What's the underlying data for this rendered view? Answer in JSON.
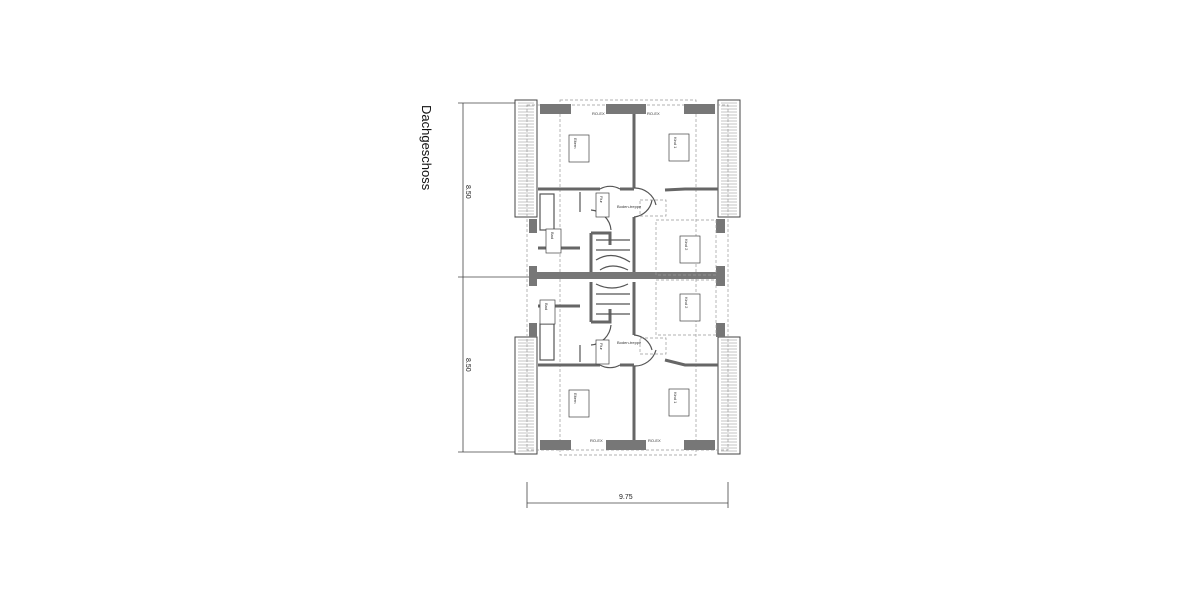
{
  "title": "Dachgeschoss",
  "dimensions": {
    "upper_height": "8.50",
    "lower_height": "8.50",
    "width": "9.75"
  },
  "rooms": {
    "upper": {
      "eltern": "Eltern",
      "kind1": "Kind 1",
      "kind2": "Kind 2",
      "bad": "Bad",
      "flur": "Flur",
      "bodentreppe": "Boden-treppe"
    },
    "lower": {
      "eltern": "Eltern",
      "kind1": "Kind 1",
      "kind2": "Kind 2",
      "bad": "Bad",
      "flur": "Flur",
      "bodentreppe": "Boden-treppe"
    }
  },
  "window_label": "RO-EX"
}
